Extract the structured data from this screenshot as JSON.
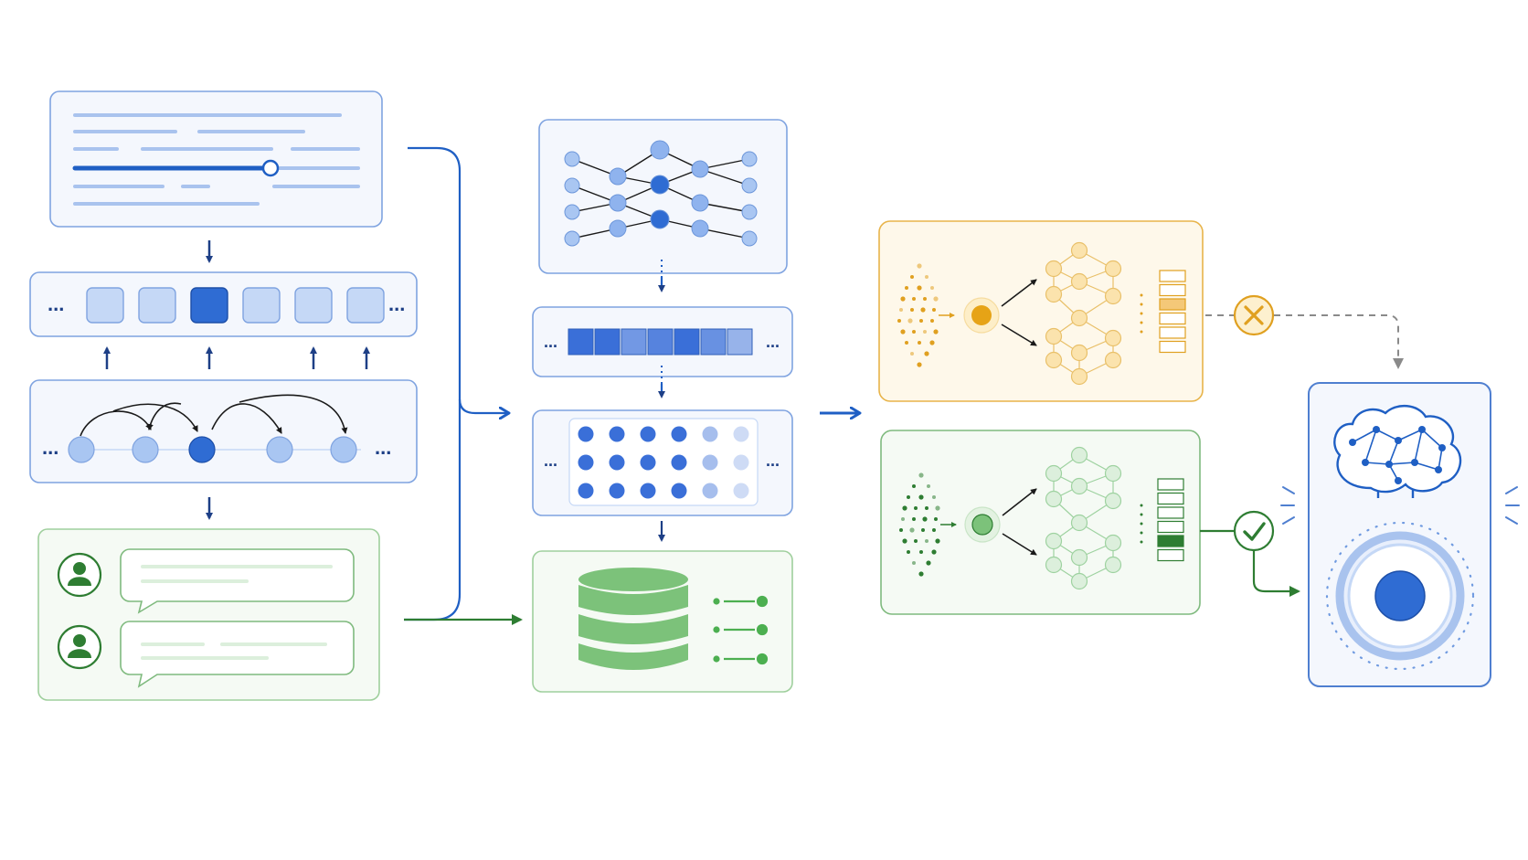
{
  "colors": {
    "blue": "#3a6fd8",
    "blue_dark": "#1f5fc4",
    "blue_light": "#8fb3ee",
    "blue_pale": "#c5d8f6",
    "blue_panel": "#f4f7fd",
    "blue_border": "#7fa3e0",
    "navy": "#1d3f86",
    "green": "#4caf50",
    "green_dark": "#2e7d32",
    "green_light": "#9ed2a0",
    "green_pale": "#dcefdc",
    "green_panel": "#f5faf4",
    "green_border": "#7fba7e",
    "orange": "#e0a020",
    "orange_light": "#f6cf7a",
    "orange_pale": "#fbe6b8",
    "orange_panel": "#fef8ea",
    "orange_border": "#e8b44a",
    "grey": "#9a9a9a"
  },
  "text": {
    "ellipsis": "..."
  },
  "icons": {
    "user": "user-icon",
    "chat": "chat-bubble-icon",
    "database": "database-icon",
    "reject": "x-circle-icon",
    "accept": "check-circle-icon",
    "brain": "brain-icon",
    "target": "target-icon"
  },
  "diagram": {
    "token_states": [
      "inactive",
      "inactive",
      "active",
      "inactive",
      "inactive",
      "inactive"
    ],
    "embedding_cell_opacity": [
      1,
      1,
      0.7,
      0.85,
      1,
      0.75,
      0.5
    ],
    "dot_grid_column_opacity": [
      1,
      1,
      1,
      1,
      0.45,
      0.25
    ],
    "reject_branch_selected_bar": 2,
    "accept_branch_selected_bar": 4
  }
}
